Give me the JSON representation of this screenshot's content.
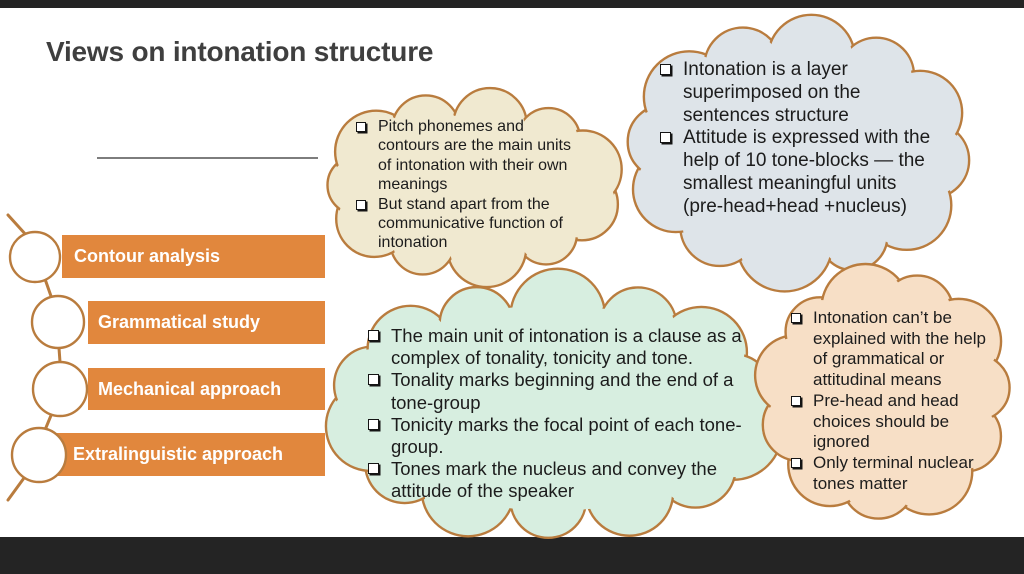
{
  "slide": {
    "title": "Views on intonation structure"
  },
  "colors": {
    "accent_orange": "#e1873d",
    "outline_brown": "#b97c3e",
    "title_gray": "#3f3f3f",
    "letterbox_black": "#242424",
    "text_black": "#1c1c1c"
  },
  "timeline": {
    "items": [
      {
        "label": "Contour analysis"
      },
      {
        "label": "Grammatical study"
      },
      {
        "label": "Mechanical approach"
      },
      {
        "label": "Extralinguistic approach"
      }
    ]
  },
  "clouds": [
    {
      "name": "contour-analysis-cloud",
      "fill": "#f0e9d0",
      "bullets": [
        "Pitch phonemes and\ncontours are the main units\nof intonation with their own\nmeanings",
        "But stand apart from the\ncommunicative function of\nintonation"
      ]
    },
    {
      "name": "grammatical-study-cloud",
      "fill": "#dee4e9",
      "bullets": [
        "Intonation is a layer\nsuperimposed on the\nsentences structure",
        "Attitude is expressed with the\nhelp of 10 tone-blocks — the\nsmallest meaningful units\n(pre-head+head +nucleus)"
      ]
    },
    {
      "name": "mechanical-approach-cloud",
      "fill": "#d7eee0",
      "bullets": [
        "The main unit of intonation is a clause as a\ncomplex of tonality, tonicity and tone.",
        "Tonality marks beginning and the end of a\ntone-group",
        "Tonicity marks the focal point of each tone-\ngroup.",
        "Tones mark the nucleus and convey the\nattitude of the speaker"
      ]
    },
    {
      "name": "extralinguistic-approach-cloud",
      "fill": "#f7dfc6",
      "bullets": [
        "Intonation can’t be\nexplained with the help\nof grammatical or\nattitudinal means",
        "Pre-head and head\nchoices should be\nignored",
        "Only terminal nuclear\ntones matter"
      ]
    }
  ]
}
